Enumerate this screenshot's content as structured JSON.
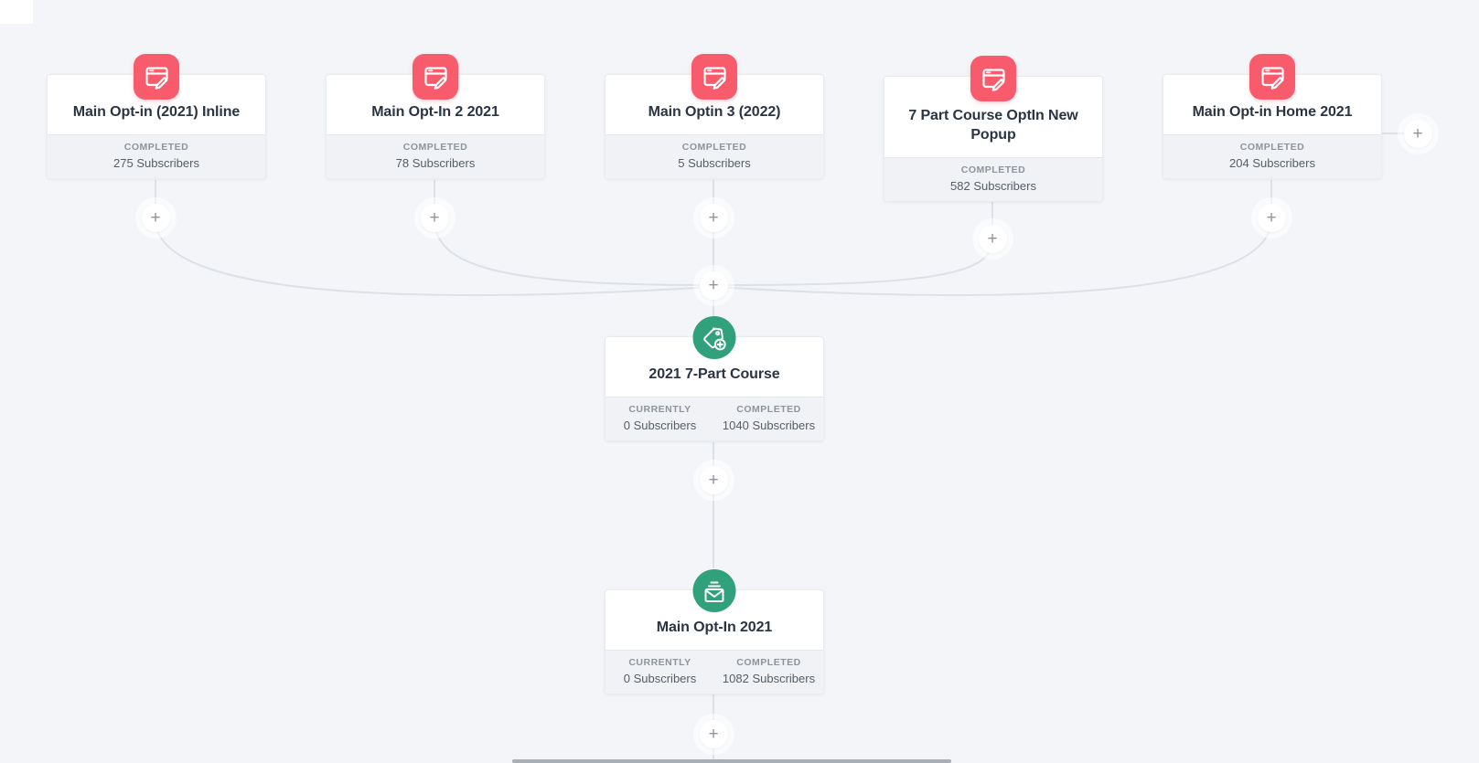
{
  "ui": {
    "add_label": "+",
    "background_color": "#f3f5f8",
    "connector_color": "#dce1e8",
    "form_accent_color": "#f85b6c",
    "action_accent_color": "#31a17b"
  },
  "form_nodes": [
    {
      "title": "Main Opt-in (2021) Inline",
      "icon": "form-icon",
      "stats": [
        {
          "label": "COMPLETED",
          "value": "275 Subscribers"
        }
      ]
    },
    {
      "title": "Main Opt-In 2 2021",
      "icon": "form-icon",
      "stats": [
        {
          "label": "COMPLETED",
          "value": "78 Subscribers"
        }
      ]
    },
    {
      "title": "Main Optin 3 (2022)",
      "icon": "form-icon",
      "stats": [
        {
          "label": "COMPLETED",
          "value": "5 Subscribers"
        }
      ]
    },
    {
      "title": "7 Part Course OptIn New Popup",
      "icon": "form-icon",
      "stats": [
        {
          "label": "COMPLETED",
          "value": "582 Subscribers"
        }
      ]
    },
    {
      "title": "Main Opt-in Home 2021",
      "icon": "form-icon",
      "stats": [
        {
          "label": "COMPLETED",
          "value": "204 Subscribers"
        }
      ]
    }
  ],
  "flow_nodes": [
    {
      "title": "2021 7-Part Course",
      "icon": "add-tag-icon",
      "stats": [
        {
          "label": "CURRENTLY",
          "value": "0 Subscribers"
        },
        {
          "label": "COMPLETED",
          "value": "1040 Subscribers"
        }
      ]
    },
    {
      "title": "Main Opt-In 2021",
      "icon": "email-sequence-icon",
      "stats": [
        {
          "label": "CURRENTLY",
          "value": "0 Subscribers"
        },
        {
          "label": "COMPLETED",
          "value": "1082 Subscribers"
        }
      ]
    }
  ]
}
